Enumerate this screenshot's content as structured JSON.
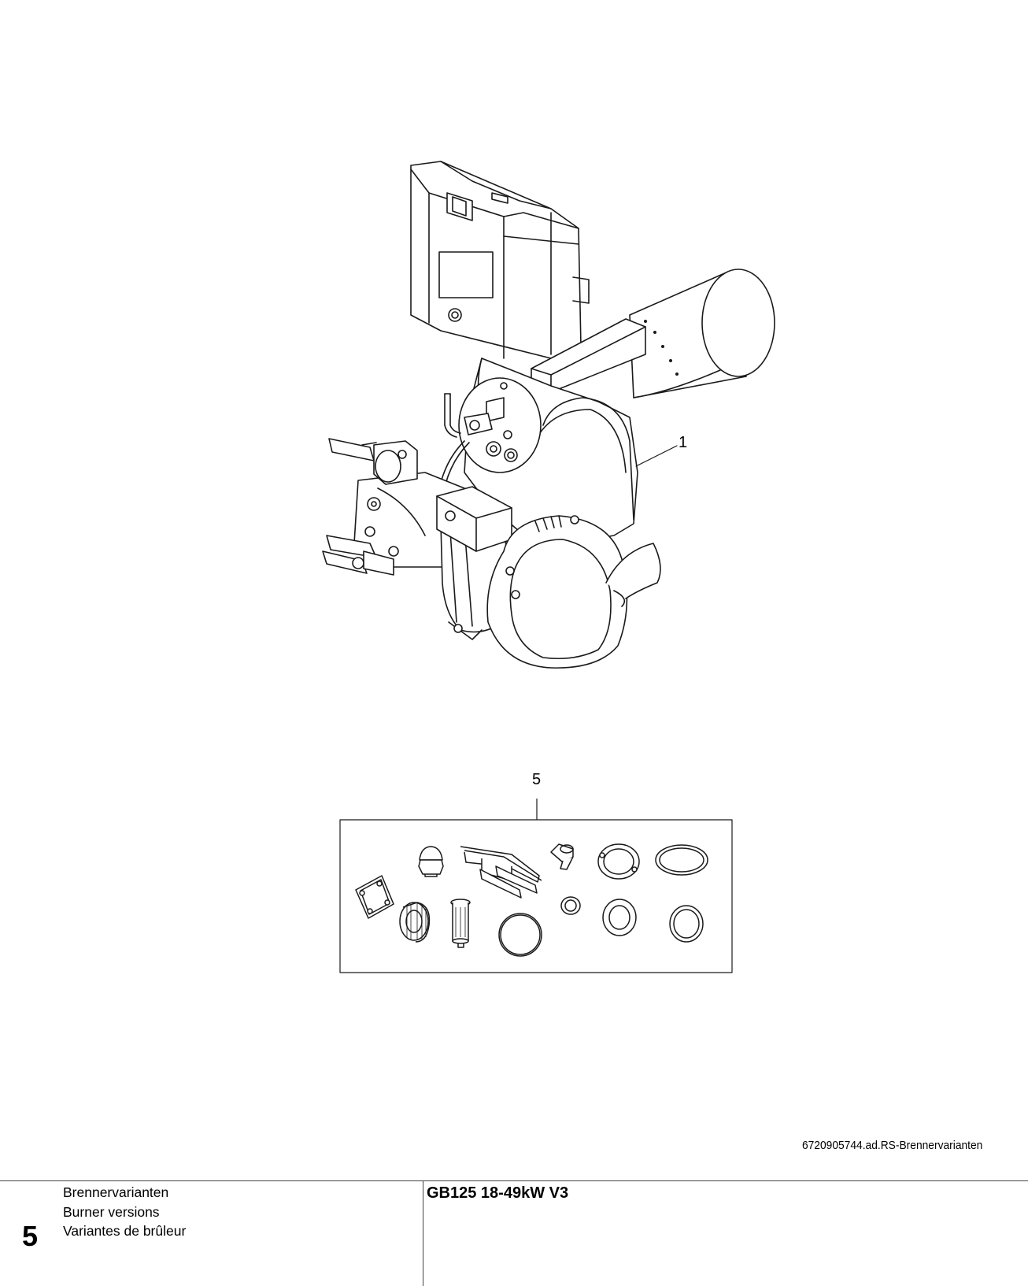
{
  "callouts": {
    "burner": "1",
    "kit": "5"
  },
  "reference": "6720905744.ad.RS-Brennervarianten",
  "footer": {
    "page_number": "5",
    "titles": [
      "Brennervarianten",
      "Burner versions",
      "Variantes de brûleur"
    ],
    "model": "GB125 18-49kW V3"
  },
  "colors": {
    "line": "#1a1a1a",
    "rule": "#444444"
  }
}
